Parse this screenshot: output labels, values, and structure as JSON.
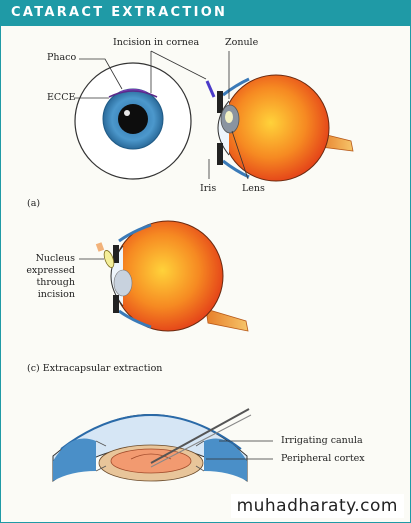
{
  "title": "CATARACT EXTRACTION",
  "labels": {
    "phaco": "Phaco",
    "ecce": "ECCE",
    "incision_in_cornea": "Incision in cornea",
    "zonule": "Zonule",
    "iris": "Iris",
    "lens": "Lens",
    "part_a": "(a)",
    "nucleus_line1": "Nucleus",
    "nucleus_line2": "expressed",
    "nucleus_line3": "through",
    "nucleus_line4": "incision",
    "part_c": "(c) Extracapsular extraction",
    "irrigating_canula": "Irrigating canula",
    "peripheral_cortex": "Peripheral cortex"
  },
  "watermark": "muhadharaty.com",
  "colors": {
    "title_bar": "#1f9aa6",
    "iris_blue": "#4a90c2",
    "eyeball_red": "#e8401c",
    "lens_grey": "#9aa4b0",
    "optic_nerve": "#f0a040"
  }
}
